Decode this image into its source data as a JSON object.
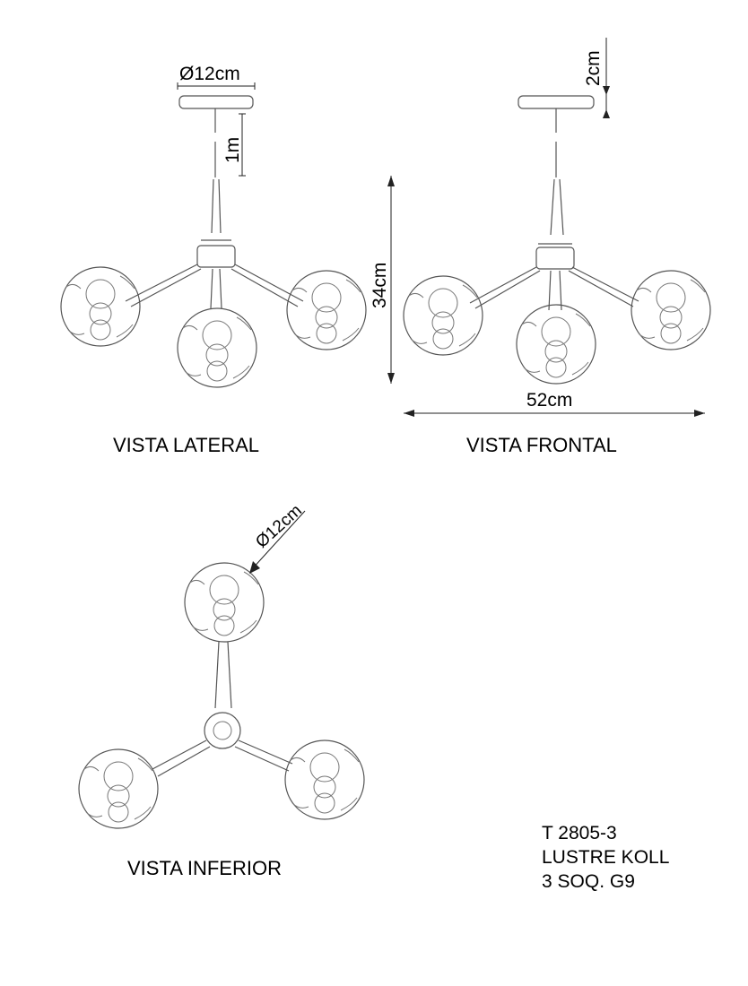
{
  "views": {
    "lateral": "VISTA LATERAL",
    "frontal": "VISTA FRONTAL",
    "inferior": "VISTA INFERIOR"
  },
  "dimensions": {
    "canopy_diameter": "Ø12cm",
    "cable_length": "1m",
    "canopy_height": "2cm",
    "height": "34cm",
    "width": "52cm",
    "globe_diameter": "Ø12cm"
  },
  "product": {
    "code": "T 2805-3",
    "name": "LUSTRE KOLL",
    "sockets": "3 SOQ. G9"
  }
}
